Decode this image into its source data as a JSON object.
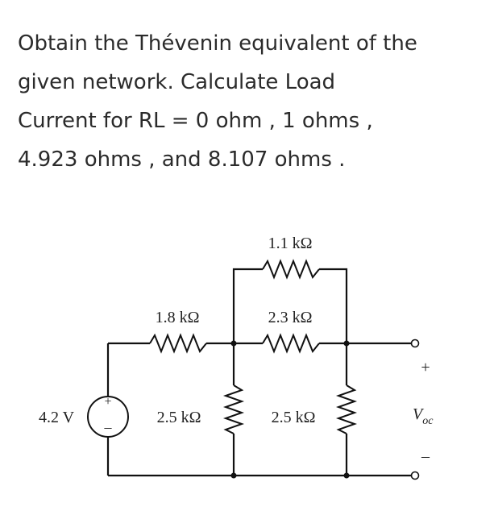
{
  "question": {
    "lines": [
      "Obtain the Thévenin equivalent of the",
      "given network. Calculate Load",
      "Current for RL = 0 ohm , 1 ohms ,",
      "4.923 ohms , and 8.107 ohms ."
    ]
  },
  "circuit": {
    "source": {
      "value": "4.2 V",
      "plus": "+",
      "minus": "–"
    },
    "r_top": "1.1 kΩ",
    "r_left_series": "1.8 kΩ",
    "r_mid_series": "2.3 kΩ",
    "r_shunt_left": "2.5 kΩ",
    "r_shunt_right": "2.5 kΩ",
    "output": {
      "plus": "+",
      "minus": "–",
      "label_main": "V",
      "label_sub": "oc"
    }
  }
}
